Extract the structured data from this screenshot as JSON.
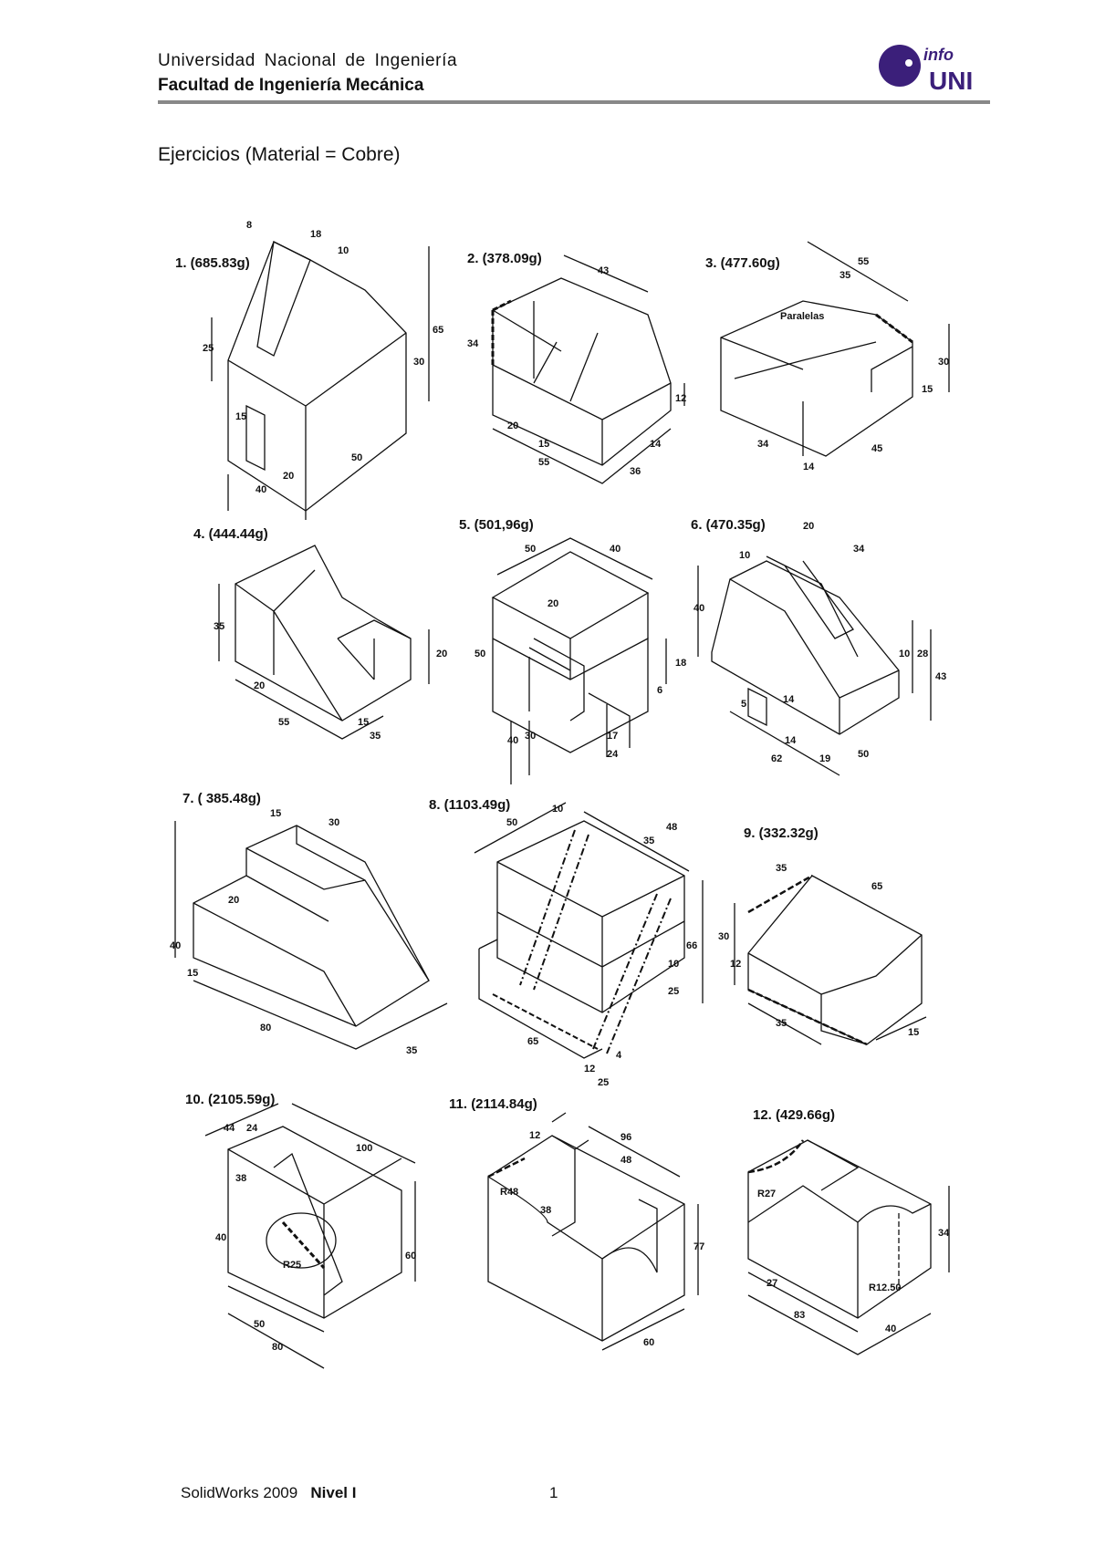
{
  "header": {
    "university": "Universidad Nacional de Ingeniería",
    "faculty": "Facultad de Ingeniería Mecánica",
    "logo_text_top": "info",
    "logo_text_bottom": "UNI"
  },
  "section_title": "Ejercicios (Material = Cobre)",
  "exercises": [
    {
      "label": "1. (685.83g)",
      "dims": [
        "8",
        "18",
        "10",
        "25",
        "65",
        "30",
        "15",
        "20",
        "50",
        "40"
      ]
    },
    {
      "label": "2. (378.09g)",
      "dims": [
        "43",
        "34",
        "12",
        "20",
        "15",
        "14",
        "55",
        "36"
      ]
    },
    {
      "label": "3. (477.60g)",
      "note": "Paralelas",
      "dims": [
        "55",
        "35",
        "30",
        "15",
        "34",
        "14",
        "45"
      ]
    },
    {
      "label": "4. (444.44g)",
      "dims": [
        "35",
        "20",
        "20",
        "55",
        "15",
        "35"
      ]
    },
    {
      "label": "5. (501,96g)",
      "dims": [
        "50",
        "40",
        "20",
        "50",
        "18",
        "6",
        "40",
        "30",
        "17",
        "24"
      ]
    },
    {
      "label": "6. (470.35g)",
      "dims": [
        "10",
        "20",
        "34",
        "40",
        "10",
        "28",
        "43",
        "5",
        "14",
        "14",
        "19",
        "62",
        "50"
      ]
    },
    {
      "label": "7. ( 385.48g)",
      "dims": [
        "15",
        "30",
        "20",
        "40",
        "15",
        "80",
        "35"
      ]
    },
    {
      "label": "8. (1103.49g)",
      "dims": [
        "50",
        "10",
        "48",
        "35",
        "66",
        "10",
        "25",
        "65",
        "12",
        "4",
        "25"
      ]
    },
    {
      "label": "9. (332.32g)",
      "dims": [
        "35",
        "65",
        "30",
        "12",
        "35",
        "15"
      ]
    },
    {
      "label": "10. (2105.59g)",
      "dims": [
        "44",
        "24",
        "100",
        "38",
        "40",
        "60",
        "R25",
        "50",
        "80"
      ]
    },
    {
      "label": "11. (2114.84g)",
      "dims": [
        "12",
        "96",
        "48",
        "R48",
        "38",
        "77",
        "60"
      ]
    },
    {
      "label": "12. (429.66g)",
      "dims": [
        "R27",
        "34",
        "R12.50",
        "27",
        "83",
        "40"
      ]
    }
  ],
  "footer": {
    "software": "SolidWorks  2009",
    "level": "Nivel I",
    "page": "1"
  }
}
